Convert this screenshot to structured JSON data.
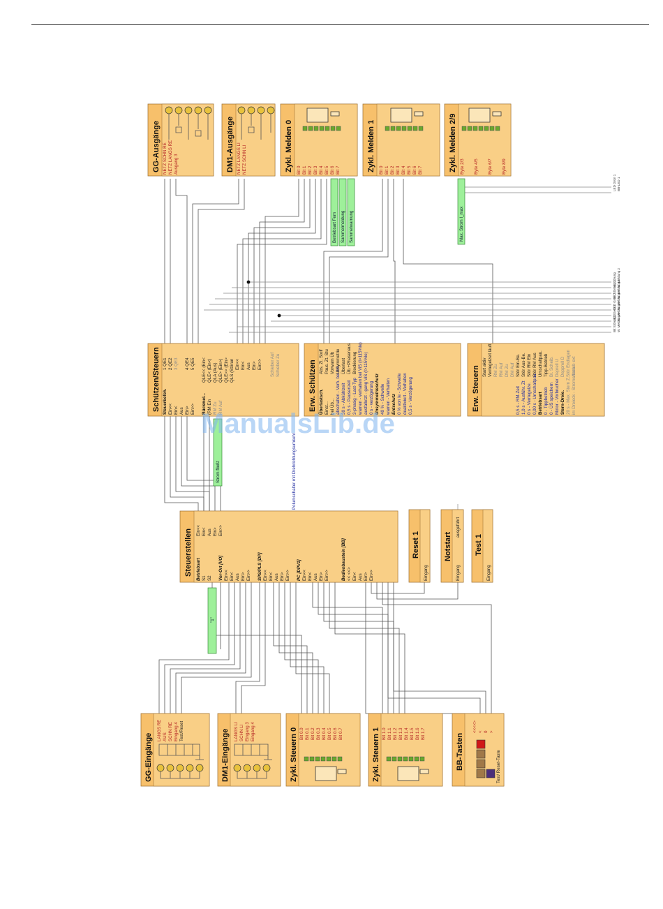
{
  "watermark": "ManualsLib.de",
  "note_text": "Polumschalter mit Drehrichtungsumkehr",
  "blocks": {
    "gg_ausgaenge": {
      "title": "GG-Ausgänge",
      "pins": [
        "NETZ SCHN RE",
        "NETZ LANGS RE",
        "Ausgang 3"
      ]
    },
    "dm1_ausgaenge": {
      "title": "DM1-Ausgänge",
      "pins": [
        "NETZ LANGS LI",
        "NETZ SCHN LI"
      ]
    },
    "zykl_melden_0": {
      "title": "Zykl. Melden 0",
      "pins": [
        "Bit 0",
        "Bit 1",
        "Bit 2",
        "Bit 3",
        "Bit 4",
        "Bit 5",
        "Bit 6",
        "Bit 7"
      ]
    },
    "zykl_melden_1": {
      "title": "Zykl. Melden 1",
      "pins": [
        "Bit 0",
        "Bit 1",
        "Bit 2",
        "Bit 3",
        "Bit 4",
        "Bit 5",
        "Bit 6",
        "Bit 7"
      ]
    },
    "zykl_melden_29": {
      "title": "Zykl. Melden 2/9",
      "pins": [
        "Byte 2/3",
        "Byte 4/5",
        "Byte 6/7",
        "Byte 8/9"
      ]
    },
    "schuetzen_steuern": {
      "title": "Schützen/Steuern",
      "left": [
        "Steuerbefeh.",
        "Ein<<",
        "Ein<",
        "Aus",
        "Ein>",
        "Ein>>"
      ],
      "mid": [
        "Rückmel...",
        "(RM Ein",
        "Strom fließt",
        "",
        "",
        ""
      ],
      "mid_gray": [
        "",
        "",
        "",
        "RM Zu",
        "RM Auf",
        ""
      ],
      "right": [
        "1 QE1",
        "2 QE2",
        "3 QE3",
        "4 QE4",
        "5 QE5",
        "QLE<< (Ein<",
        "QLE< (Ein<)",
        "QLA (Aus)",
        "QLE> (Ein>)",
        "QLE>> (Ein>",
        "QLS (Störun",
        "Ein<<",
        "Ein<",
        "Aus",
        "Ein>",
        "Ein>>",
        "Schieber Auf",
        "Schieber Zu"
      ]
    },
    "erw_schuetzen": {
      "title": "Erw. Schützen",
      "right": [
        "Abs. Zt. Stoff",
        "Paus. Zt. Stu",
        "Vorwarn Üb",
        "Unsymmetrie",
        "Überlast",
        "Üb.+Phasenaus",
        "Blockierung"
      ],
      "left_bold": [
        "Überlastsch."
      ],
      "left_blue": [
        "0,5 s - Pausenzeit",
        "3-phasig - Last-Typ",
        "warnen - verhalten bei ViS (I>115%le)",
        "ausfalletzt - gang ViS (I>115%le)",
        "0 s - verzögerung",
        "0 % von Ie - Schwelle",
        "deaktiviert - Verhalten",
        "0,5 s - Verzögerung"
      ],
      "left_plain": [
        "Einst...",
        "bei Üb...",
        "abschalten - Verh. bei AS",
        "30 s - Abkühlzeit",
        "Unsymmetrieschutz",
        "40 % - Schwelle",
        "warnen - Verhalten",
        "Erdschutz"
      ]
    },
    "erw_steuern": {
      "title": "Erw. Steuern",
      "right": [
        "Start aktiv",
        "Verriegelzeit läuft"
      ],
      "right_gray": [
        "RM Zu",
        "RM Auf",
        "DM Zu",
        "DM Auf"
      ],
      "right2": [
        "Stör Ein-Be.",
        "Stör Aus-Be.",
        "Stör RM Ein",
        "Stör RM Aus",
        "Umschaltpau.",
        "Tipp-Betrieb"
      ],
      "left": [
        "0,5 s - RM-Zeit",
        "1,0 s - Ausführ. Zt",
        "0 s - Verriegelze.",
        "0,00 s - Umschaltpau.",
        "Betriebsart",
        "0 - Tippbetrieb",
        "0 - ÜS speichern",
        "Motor - Vorbrucher",
        "Stern-Dreie.",
        "20 s - Max. Stern Z.",
        "im Dreieck - Stromerfass."
      ],
      "left_gray": [
        "Bl. Scheib.",
        "Deprell U",
        "Depprell D",
        "Stör Endlagen",
        "Antrieb ext"
      ]
    },
    "steuerstellen": {
      "title": "Steuerstellen",
      "top_pins": [
        "Ein<<",
        "Ein<",
        "Aus",
        "Ein>",
        "Ein>>"
      ],
      "left": [
        "Betriebsart",
        "S1",
        "S2",
        "Vor-Ort [VO]",
        "Ein<<",
        "Ein<",
        "Aus",
        "Ein>",
        "Ein>>",
        "SPS/PLS [DP]",
        "Ein<<",
        "Ein<",
        "Aus",
        "Ein>",
        "Ein>>",
        "PC [DPV1]",
        "Ein<<",
        "Ein<",
        "Aus",
        "Ein>",
        "Ein>>",
        "Bedienbaustein [BB]",
        "<< <<>",
        "Ein<",
        "Aus",
        "Ein>",
        "Ein>>"
      ]
    },
    "reset1": {
      "title": "Reset 1",
      "pin": "Eingang"
    },
    "notstart": {
      "title": "Notstart",
      "pin": "Eingang",
      "top_pin": "ausgeführt"
    },
    "test1": {
      "title": "Test 1",
      "pin": "Eingang"
    },
    "gg_eingaenge": {
      "title": "GG-Eingänge",
      "pins": [
        "LANGS RE",
        "AUS",
        "SCHN RE",
        "Eingang 4",
        "Test/Reset"
      ]
    },
    "dm1_eingaenge": {
      "title": "DM1-Eingänge",
      "pins": [
        "LANGS LI",
        "SCHN LI",
        "Eingang 3",
        "Eingang 4"
      ]
    },
    "zykl_steuern_0": {
      "title": "Zykl. Steuern 0",
      "pins": [
        "Bit 0.0",
        "Bit 0.1",
        "Bit 0.2",
        "Bit 0.3",
        "Bit 0.4",
        "Bit 0.5",
        "Bit 0.6",
        "Bit 0.7"
      ]
    },
    "zykl_steuern_1": {
      "title": "Zykl. Steuern 1",
      "pins": [
        "Bit 1.0",
        "Bit 1.1",
        "Bit 1.2",
        "Bit 1.3",
        "Bit 1.4",
        "Bit 1.5",
        "Bit 1.6",
        "Bit 1.7"
      ]
    },
    "bb_tasten": {
      "title": "BB-Tasten",
      "pins": [
        "<<<<>",
        "<",
        "0",
        ">",
        "0"
      ],
      "extra": "Test/ Reset-Taste"
    }
  },
  "green_labels": {
    "betriebsart": "Betriebsart Fern",
    "sammelmeldung": "Sammelmeldung",
    "sammelwarnung": "Sammelwarnung",
    "max_strom": "Max. Strom I_max",
    "strom_fliesst": "Strom fließt",
    "one": "\"1\""
  },
  "right_edge_labels": [
    "LED Grün 1",
    "BB-LED 1",
    "W Störung",
    "W. Meldung 2",
    "Bit Störung 1",
    "W. Meldung 1",
    "LED Grün 2",
    "W. Meldung 4",
    "LED Gelb 2",
    "W. Meldung 5",
    "Bit Störung 2",
    "W. Meldung 6"
  ],
  "colors": {
    "block_fill": "#f7c06b",
    "block_stroke": "#a3773a",
    "green_fill": "#9ef09a",
    "red_text": "#b42424",
    "blue_text": "#1e2aa0"
  }
}
